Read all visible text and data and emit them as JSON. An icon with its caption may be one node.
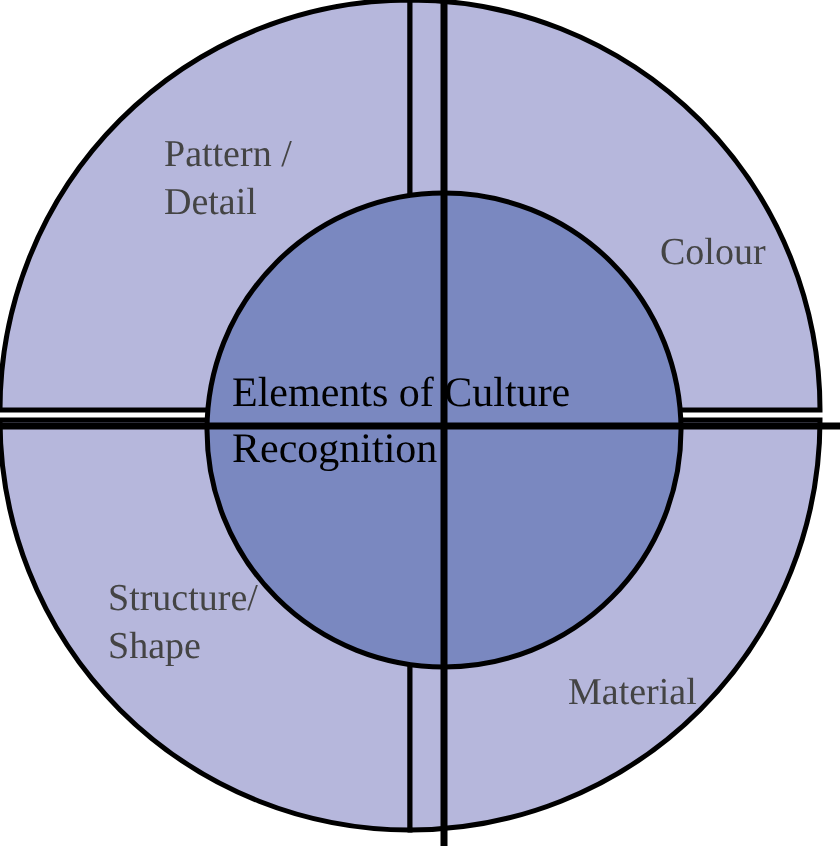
{
  "diagram": {
    "nodes": [
      {
        "text": [
          "Pattern / Detail"
        ]
      },
      {
        "text": [
          "Colour"
        ]
      },
      {
        "text": [
          "Structure/ Shape"
        ]
      },
      {
        "text": [
          "Material"
        ]
      },
      {
        "text": [
          "Elements of Culture Recognition"
        ]
      }
    ]
  }
}
